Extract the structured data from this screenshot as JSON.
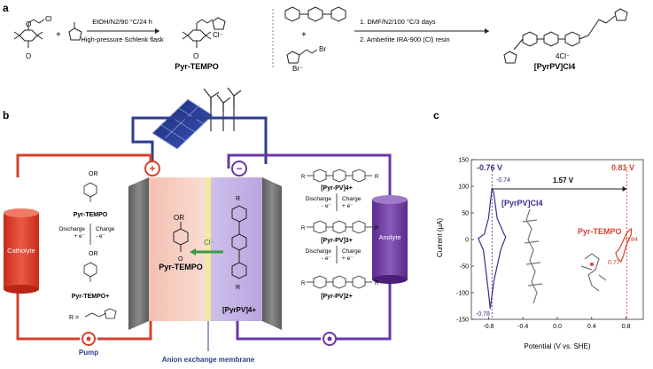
{
  "panel_a": {
    "label": "a",
    "reaction1": {
      "conditions_top": "EtOH/N2/90 °C/24 h",
      "conditions_bottom": "High-pressure Schlenk flask",
      "plus": "+",
      "reactant_halide": "Cl",
      "product_counterion": "Cl⁻",
      "product_name": "Pyr-TEMPO"
    },
    "reaction2": {
      "step1": "1. DMF/N2/100 °C/3 days",
      "step2": "2. Amberlite IRA-900 (Cl) resin",
      "plus": "+",
      "reactant_br": "Br",
      "reactant_br_ion": "Br⁻",
      "counterion": "4Cl⁻",
      "product_name": "[PyrPV]Cl4"
    }
  },
  "panel_b": {
    "label": "b",
    "positive_sign": "+",
    "negative_sign": "−",
    "catholyte": "Catholyte",
    "anolyte": "Anolyte",
    "pump": "Pump",
    "membrane": "Anion exchange membrane",
    "chloride": "Cl⁻",
    "center_left_mol": "Pyr-TEMPO",
    "center_right_mol": "[PyrPV]4+",
    "left_mol_top": "Pyr-TEMPO",
    "left_mol_bottom": "Pyr-TEMPO+",
    "discharge_label": "Discharge",
    "charge_label": "Charge",
    "plus_e": "+ e⁻",
    "minus_e": "- e⁻",
    "or_label": "OR",
    "r_eq": "R =",
    "right_states": [
      "[Pyr-PV]4+",
      "[Pyr-PV]3+",
      "[Pyr-PV]2+"
    ]
  },
  "panel_c": {
    "label": "c",
    "ylabel": "Current (µA)",
    "xlabel": "Potential (V vs. SHE)",
    "ann_left_potential": "-0.76 V",
    "ann_right_potential": "0.81 V",
    "ann_gap": "1.57 V",
    "ann_top_left": "-0.74",
    "ann_bottom_left": "-0.78",
    "ann_top_right": "0.84",
    "ann_bottom_right": "0.77",
    "label_pyrpv": "[PyrPV]Cl4",
    "label_tempo": "Pyr-TEMPO"
  },
  "chart_data": {
    "type": "line",
    "title": "",
    "xlabel": "Potential (V vs. SHE)",
    "ylabel": "Current (µA)",
    "xlim": [
      -1.0,
      1.0
    ],
    "ylim": [
      -150,
      150
    ],
    "xticks": [
      -0.8,
      -0.4,
      0.0,
      0.4,
      0.8
    ],
    "yticks": [
      -150,
      -100,
      -50,
      0,
      50,
      100,
      150
    ],
    "colors": {
      "pyrpv": "#3a2e8c",
      "tempo": "#d2452b"
    },
    "series": [
      {
        "name": "[PyrPV]Cl4",
        "x": [
          -0.92,
          -0.85,
          -0.8,
          -0.76,
          -0.74,
          -0.7,
          -0.62,
          -0.6,
          -0.66,
          -0.74,
          -0.78,
          -0.8,
          -0.86,
          -0.92
        ],
        "y": [
          2,
          10,
          40,
          97,
          88,
          40,
          10,
          5,
          -20,
          -80,
          -130,
          -100,
          -20,
          2
        ]
      },
      {
        "name": "Pyr-TEMPO",
        "x": [
          0.68,
          0.72,
          0.76,
          0.8,
          0.84,
          0.86,
          0.86,
          0.82,
          0.8,
          0.77,
          0.74,
          0.7,
          0.68
        ],
        "y": [
          -25,
          -18,
          -5,
          10,
          18,
          20,
          10,
          -5,
          -12,
          -30,
          -42,
          -35,
          -25
        ]
      }
    ]
  }
}
